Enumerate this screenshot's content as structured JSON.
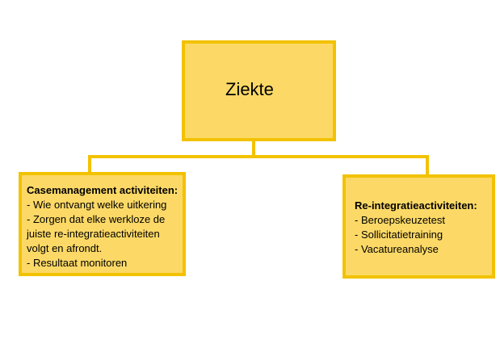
{
  "colors": {
    "box_fill": "#fcd966",
    "box_border": "#f2c200",
    "connector": "#f2c200"
  },
  "root": {
    "title": "Ziekte"
  },
  "left": {
    "heading": "Casemanagement activiteiten:",
    "items": [
      "- Wie ontvangt welke uitkering",
      "- Zorgen dat elke werkloze de",
      "juiste re-integratieactiviteiten",
      "volgt en afrondt.",
      "- Resultaat monitoren"
    ]
  },
  "right": {
    "heading": "Re-integratieactiviteiten:",
    "items": [
      "- Beroepskeuzetest",
      "- Sollicitatietraining",
      "- Vacatureanalyse"
    ]
  }
}
